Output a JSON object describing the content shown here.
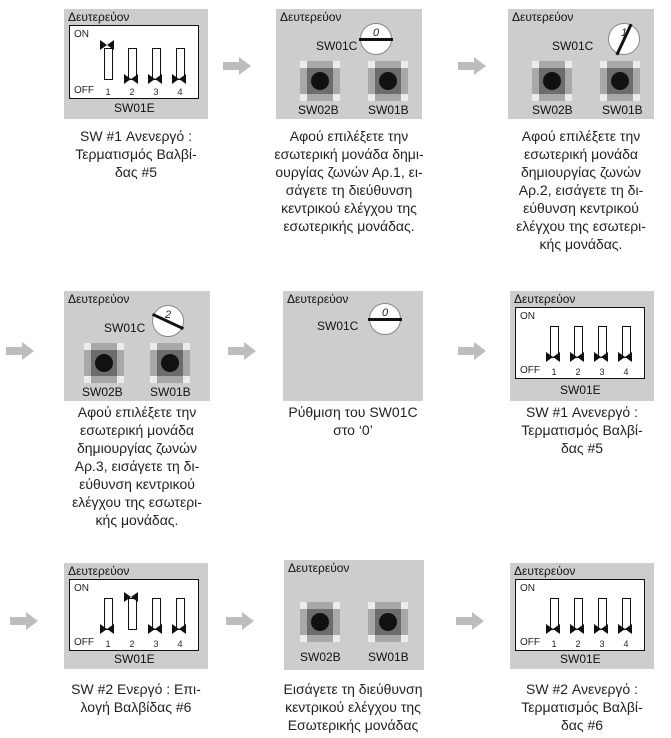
{
  "colors": {
    "panel": "#cdcdcd",
    "arrow": "#bdbdbd",
    "text": "#231f20"
  },
  "panel_title": "Δευτερεύον",
  "labels": {
    "sw01c": "SW01C",
    "sw02b": "SW02B",
    "sw01b": "SW01B",
    "sw01e": "SW01E",
    "on": "ON",
    "off": "OFF",
    "n1": "1",
    "n2": "2",
    "n3": "3",
    "n4": "4"
  },
  "rotary_values": {
    "r2": "0",
    "r3": "1",
    "r4": "2",
    "r5": "0"
  },
  "captions": {
    "c1": [
      "SW #1 Ανενεργό :",
      "Τερματισμός Βαλβί-",
      "δας #5"
    ],
    "c2": [
      "Αφού επιλέξετε την",
      "εσωτερική μονάδα δημι-",
      "ουργίας ζωνών Αρ.1, ει-",
      "σάγετε τη διεύθυνση",
      "κεντρικού ελέγχου της",
      "εσωτερικής μονάδας."
    ],
    "c3": [
      "Αφού επιλέξετε την",
      "εσωτερική μονάδα",
      "δημιουργίας ζωνών",
      "Αρ.2, εισάγετε τη δι-",
      "εύθυνση κεντρικού",
      "ελέγχου της εσωτερι-",
      "κής μονάδας."
    ],
    "c4": [
      "Αφού επιλέξετε την",
      "εσωτερική μονάδα",
      "δημιουργίας ζωνών",
      "Αρ.3, εισάγετε τη δι-",
      "εύθυνση κεντρικού",
      "ελέγχου της εσωτερι-",
      "κής μονάδας."
    ],
    "c5": [
      "Ρύθμιση του SW01C",
      "στο ‘0’"
    ],
    "c6": [
      "SW #1 Ανενεργό :",
      "Τερματισμός Βαλβί-",
      "δας #5"
    ],
    "c7": [
      "SW #2 Ενεργό : Επι-",
      "λογή Βαλβίδας #6"
    ],
    "c8": [
      "Εισάγετε τη διεύθυνση",
      "κεντρικού ελέγχου της",
      "Εσωτερικής μονάδας"
    ],
    "c9": [
      "SW #2 Ανενεργό :",
      "Τερματισμός Βαλβί-",
      "δας #6"
    ]
  }
}
